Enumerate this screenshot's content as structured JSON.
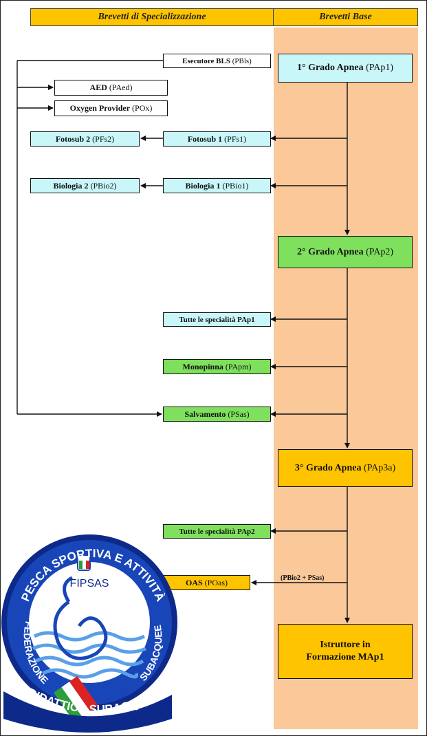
{
  "headers": {
    "specializzazione": "Brevetti di Specializzazione",
    "base": "Brevetti Base"
  },
  "boxes": {
    "esecutore_bls": {
      "bold": "Esecutore BLS",
      "light": "(PBls)"
    },
    "aed": {
      "bold": "AED",
      "light": "(PAed)"
    },
    "oxygen": {
      "bold": "Oxygen Provider",
      "light": "(POx)"
    },
    "fotosub2": {
      "bold": "Fotosub 2",
      "light": "(PFs2)"
    },
    "fotosub1": {
      "bold": "Fotosub 1",
      "light": "(PFs1)"
    },
    "biologia2": {
      "bold": "Biologia 2",
      "light": "(PBio2)"
    },
    "biologia1": {
      "bold": "Biologia 1",
      "light": "(PBio1)"
    },
    "grado1": {
      "bold": "1° Grado Apnea",
      "light": "(PAp1)"
    },
    "grado2": {
      "bold": "2° Grado Apnea",
      "light": "(PAp2)"
    },
    "tutte_pap1": {
      "bold": "Tutte le specialità PAp1"
    },
    "monopinna": {
      "bold": "Monopinna",
      "light": "(PApm)"
    },
    "salvamento": {
      "bold": "Salvamento",
      "light": "(PSas)"
    },
    "grado3": {
      "bold": "3° Grado Apnea",
      "light": "(PAp3a)"
    },
    "tutte_pap2": {
      "bold": "Tutte le specialità PAp2"
    },
    "oas": {
      "bold": "OAS",
      "light": "(POas)"
    },
    "istruttore": {
      "line1": "Istruttore in",
      "line2": "Formazione MAp1"
    }
  },
  "annotations": {
    "oas_prereq": "(PBio2 + PSas)"
  },
  "logo": {
    "org_text_top": "PESCA SPORTIVA E ATTIVITÀ",
    "org_text_left": "FEDERAZIONE",
    "org_text_right": "SUBACQUEE",
    "org_text_bottom": "DIDATTICA SUBACQUEA",
    "acronym": "FIPSAS",
    "badge": "Italia"
  },
  "colors": {
    "header": "#ffc400",
    "column_bg": "#fbc89a",
    "cyan": "#c9f6f8",
    "green": "#7ee05c",
    "yellow": "#ffc400"
  }
}
